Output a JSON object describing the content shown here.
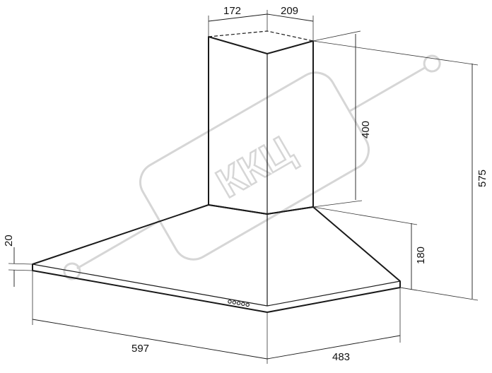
{
  "watermark": {
    "text": "ККЦ"
  },
  "dimensions": {
    "chimney_width": "172",
    "chimney_depth": "209",
    "chimney_height": "400",
    "total_height": "575",
    "canopy_height": "180",
    "edge_thickness": "20",
    "hood_width": "597",
    "hood_depth": "483"
  },
  "control_panel": {
    "button_count": 5
  }
}
